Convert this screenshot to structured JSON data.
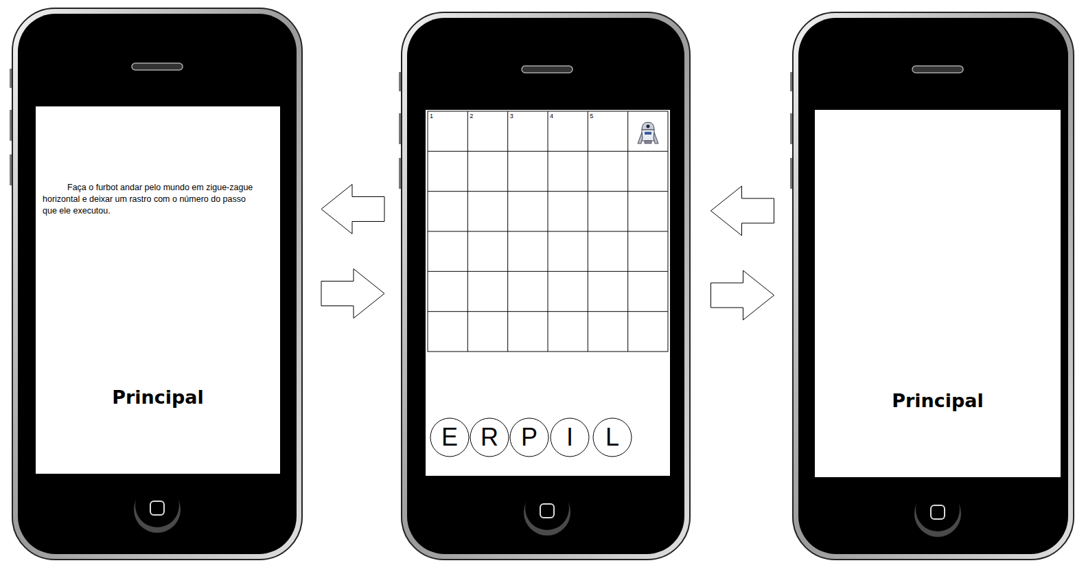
{
  "diagram": {
    "nodes": [
      {
        "text": [
          "Faça o furbot andar pelo mundo em zigue-zague horizontal e deixar um rastro com o número do passo que ele executou.",
          "Principal"
        ]
      },
      {
        "text": []
      },
      {
        "text": [
          "E"
        ],
        "in": 1
      },
      {
        "text": [
          "R"
        ],
        "in": 1
      },
      {
        "text": [
          "P"
        ],
        "in": 1
      },
      {
        "text": [
          "I"
        ],
        "in": 1
      },
      {
        "text": [
          "L"
        ],
        "in": 1
      },
      {
        "text": [
          "Principal"
        ]
      }
    ],
    "edges": [
      {
        "from": 1,
        "to": 0,
        "arrow": "to"
      },
      {
        "from": 0,
        "to": 1,
        "arrow": "to"
      },
      {
        "from": 7,
        "to": 1,
        "arrow": "to"
      },
      {
        "from": 1,
        "to": 7,
        "arrow": "to"
      }
    ],
    "labels": [
      "1",
      "2",
      "3",
      "4",
      "5"
    ]
  }
}
